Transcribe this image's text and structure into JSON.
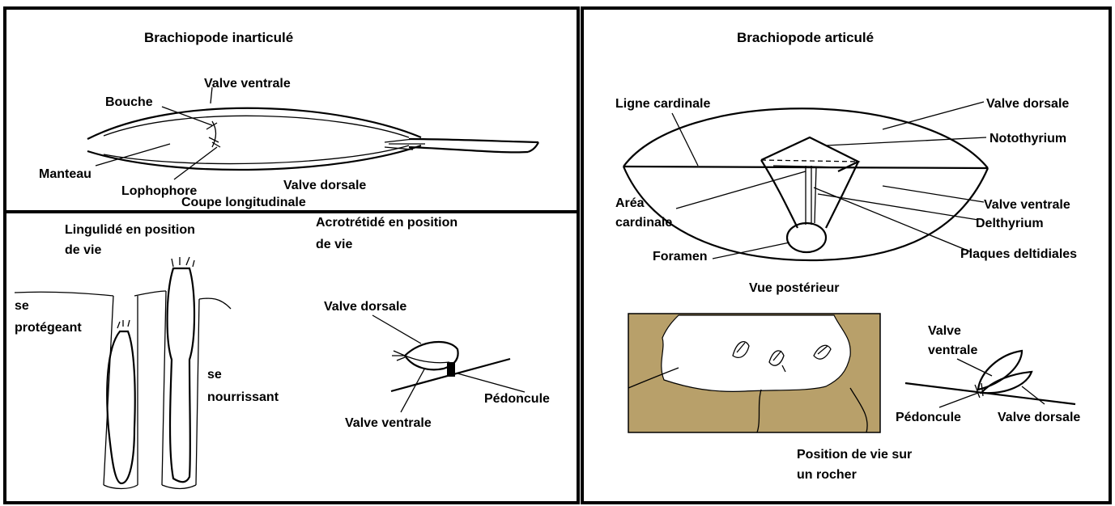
{
  "left_panel": {
    "title": "Brachiopode inarticulé",
    "labels": {
      "valve_ventrale": "Valve ventrale",
      "bouche": "Bouche",
      "manteau": "Manteau",
      "lophophore": "Lophophore",
      "valve_dorsale": "Valve dorsale",
      "coupe": "Coupe longitudinale"
    },
    "lingulide": {
      "title_line1": "Lingulidé en position",
      "title_line2": "de vie",
      "protect_line1": "se",
      "protect_line2": "protégeant",
      "feed_line1": "se",
      "feed_line2": "nourrissant"
    },
    "acrotretide": {
      "title_line1": "Acrotrétidé en position",
      "title_line2": "de vie",
      "valve_dorsale": "Valve dorsale",
      "valve_ventrale": "Valve ventrale",
      "pedoncule": "Pédoncule"
    }
  },
  "right_panel": {
    "title": "Brachiopode articulé",
    "labels": {
      "ligne_cardinale": "Ligne cardinale",
      "valve_dorsale": "Valve dorsale",
      "notothyrium": "Notothyrium",
      "valve_ventrale": "Valve ventrale",
      "area_line1": "Aréa",
      "area_line2": "cardinale",
      "delthyrium": "Delthyrium",
      "plaques": "Plaques deltidiales",
      "foramen": "Foramen"
    },
    "view_caption": "Vue postérieur",
    "rock": {
      "color": "#b8a06a",
      "valve_line1": "Valve",
      "valve_line2": "ventrale",
      "pedoncule": "Pédoncule",
      "valve_dorsale": "Valve dorsale",
      "caption_line1": "Position de vie sur",
      "caption_line2": "un rocher"
    }
  }
}
